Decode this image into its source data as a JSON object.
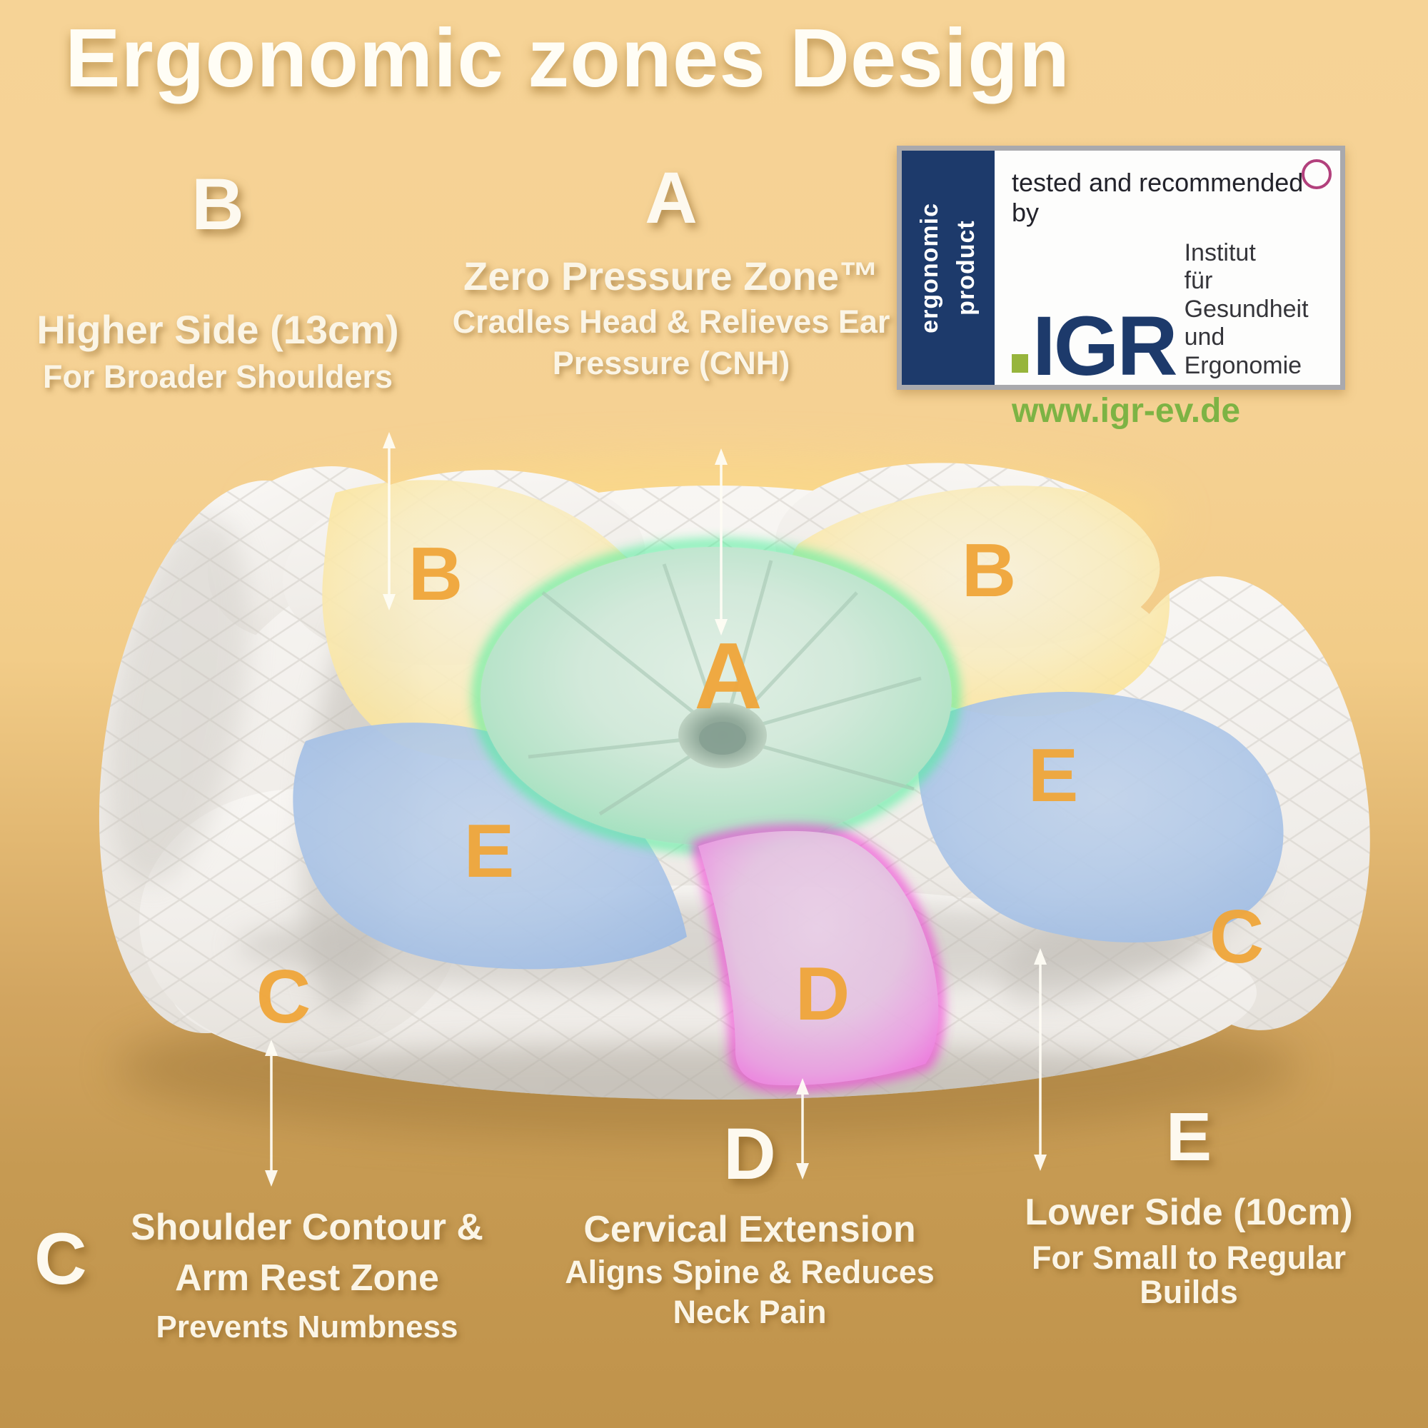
{
  "title": "Ergonomic zones Design",
  "badge": {
    "side_line1": "ergonomic",
    "side_line2": "product",
    "tested_text": "tested and recommended by",
    "logo_text": "IGR",
    "institute_line1": "Institut",
    "institute_line2": "für Gesundheit",
    "institute_line3": "und Ergonomie",
    "website": "www.igr-ev.de"
  },
  "labels": {
    "a": {
      "letter": "A",
      "title": "Zero Pressure Zone™",
      "desc1": "Cradles Head & Relieves Ear",
      "desc2": "Pressure (CNH)"
    },
    "b": {
      "letter": "B",
      "title": "Higher Side (13cm)",
      "desc1": "For Broader Shoulders"
    },
    "c": {
      "letter": "C",
      "title1": "Shoulder Contour &",
      "title2": "Arm Rest Zone",
      "desc1": "Prevents Numbness"
    },
    "d": {
      "letter": "D",
      "title": "Cervical Extension",
      "desc1": "Aligns Spine & Reduces",
      "desc2": "Neck Pain"
    },
    "e": {
      "letter": "E",
      "title": "Lower Side (10cm)",
      "desc1": "For Small to Regular Builds"
    }
  },
  "pillow_markers": {
    "b_left": "B",
    "b_right": "B",
    "a": "A",
    "e_left": "E",
    "e_right": "E",
    "d": "D",
    "c_left": "C",
    "c_right": "C"
  },
  "colors": {
    "accent_orange": "#F0A63A",
    "zone_yellow": "#FBE49A",
    "zone_green": "#59EEA2",
    "zone_blue": "#A9C4E7",
    "zone_pink": "#F646D8",
    "igr_navy": "#1D3A6B",
    "igr_green": "#7DB344",
    "badge_circle_pink": "#B2407C",
    "background_top": "#F5D192",
    "background_bottom": "#C0934B"
  }
}
